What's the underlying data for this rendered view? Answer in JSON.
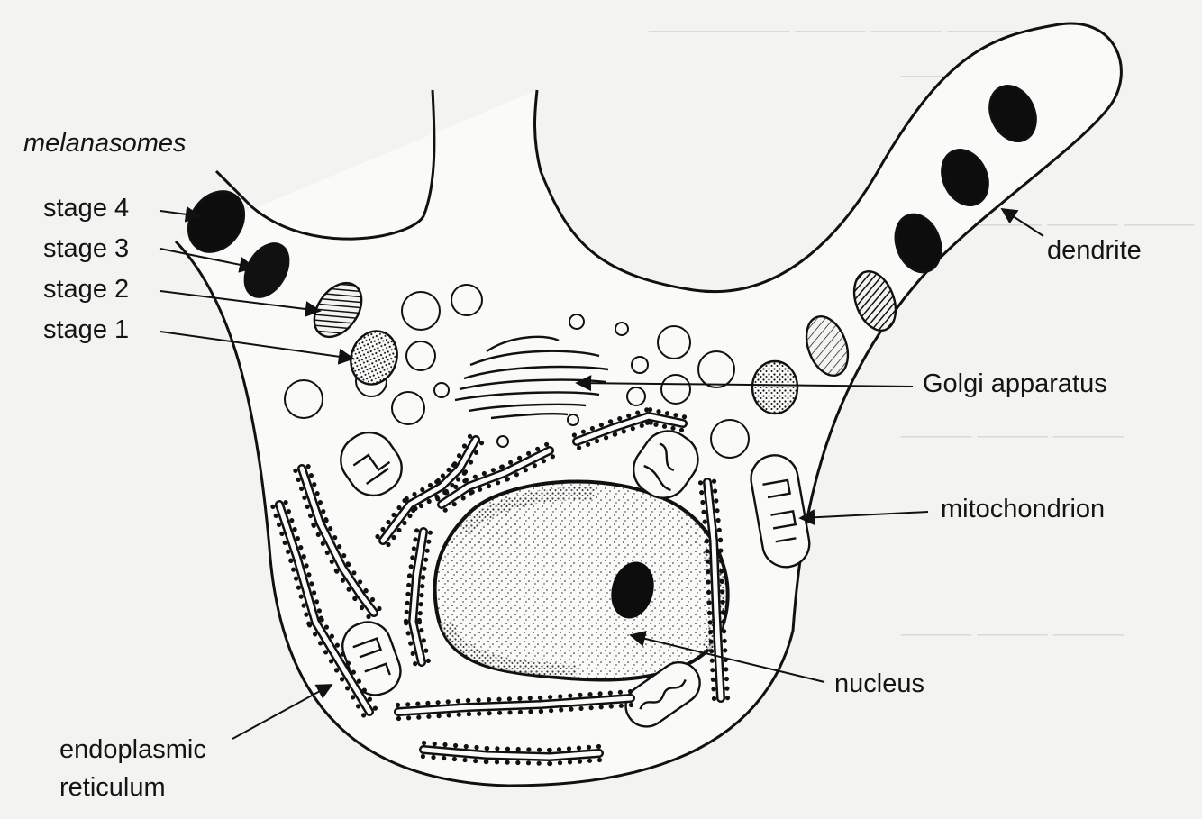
{
  "labels": {
    "melanasomes": "melanasomes",
    "stage4": "stage 4",
    "stage3": "stage 3",
    "stage2": "stage 2",
    "stage1": "stage 1",
    "dendrite": "dendrite",
    "golgi": "Golgi apparatus",
    "mitochondrion": "mitochondrion",
    "nucleus": "nucleus",
    "er_line1": "endoplasmic",
    "er_line2": "reticulum"
  },
  "colors": {
    "ink": "#141414",
    "paper": "#f3f3f1",
    "cell_fill": "#fafaf8"
  }
}
